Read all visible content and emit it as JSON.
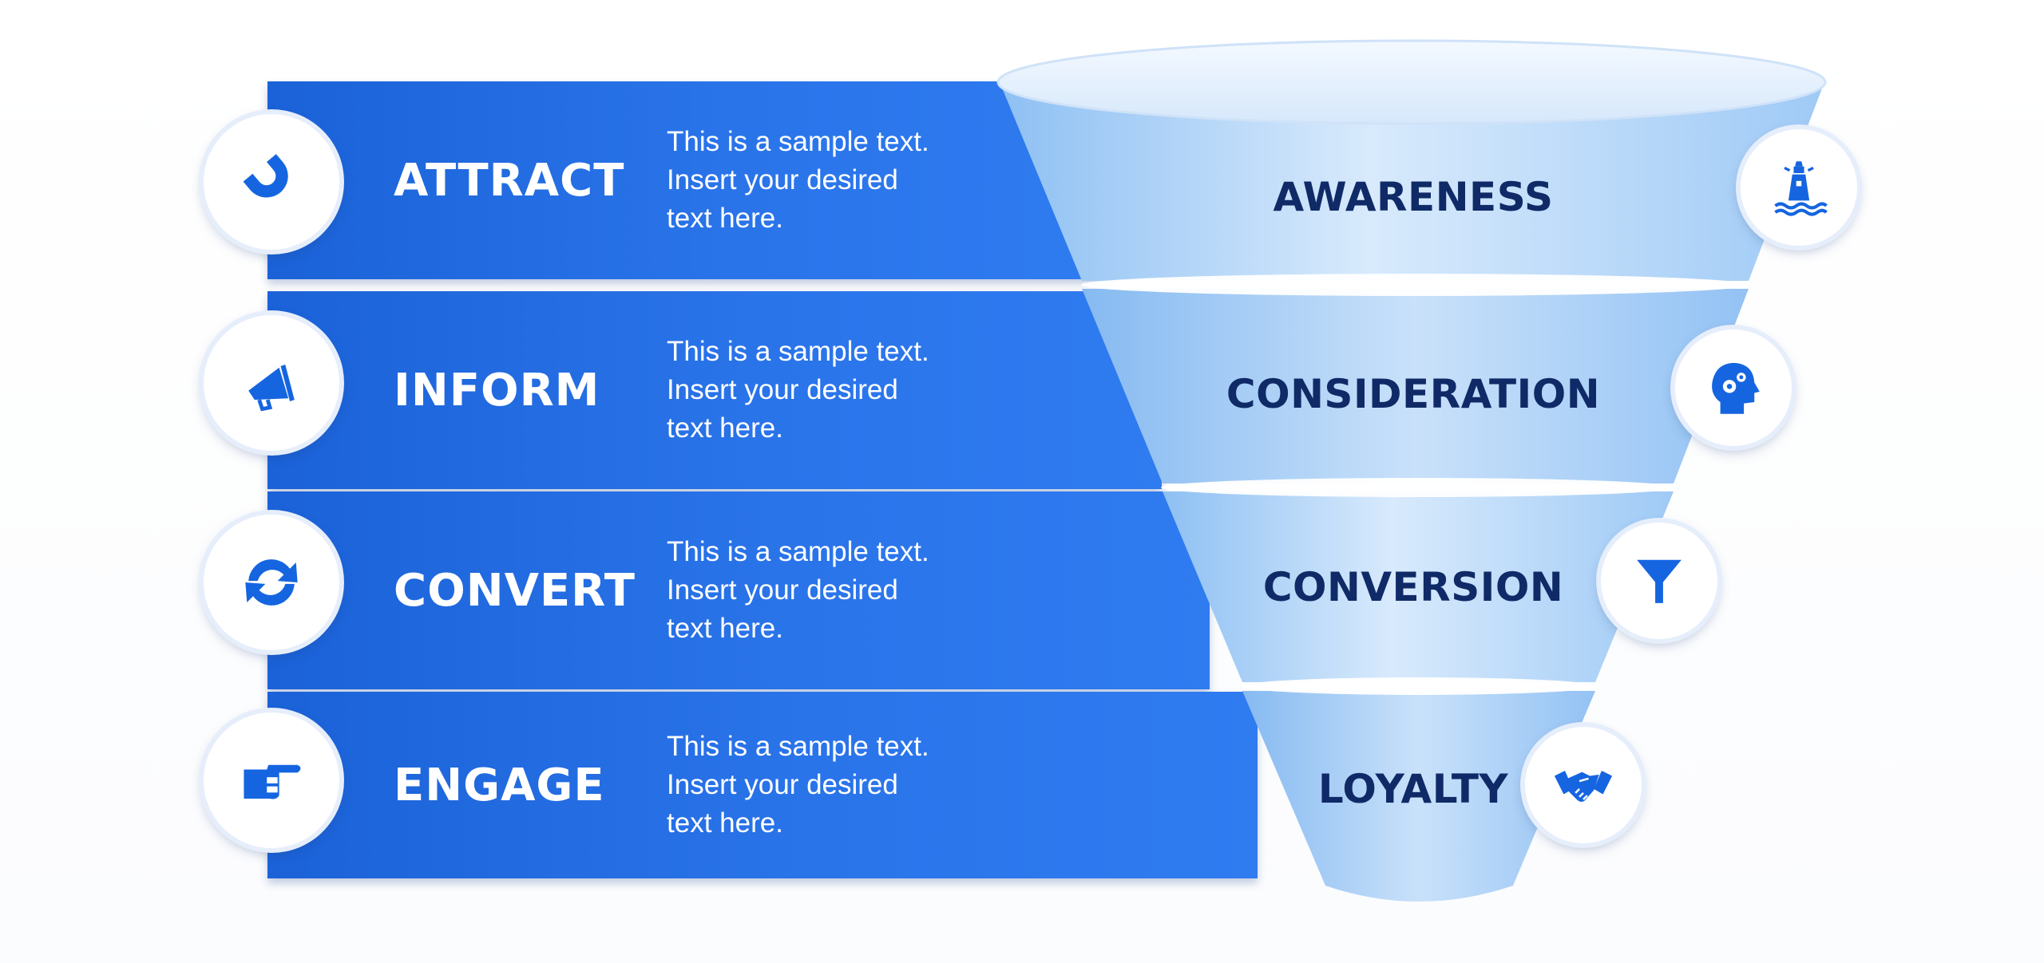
{
  "left_items": [
    {
      "title": "ATTRACT",
      "text": "This is a sample text.\nInsert your desired\ntext here.",
      "icon": "magnet-icon"
    },
    {
      "title": "INFORM",
      "text": "This is a sample text.\nInsert your desired\ntext here.",
      "icon": "megaphone-icon"
    },
    {
      "title": "CONVERT",
      "text": "This is a sample text.\nInsert your desired\ntext here.",
      "icon": "refresh-icon"
    },
    {
      "title": "ENGAGE",
      "text": "This is a sample text.\nInsert your desired\ntext here.",
      "icon": "pointing-hand-icon"
    }
  ],
  "funnel_stages": [
    {
      "label": "AWARENESS",
      "icon": "lighthouse-icon"
    },
    {
      "label": "CONSIDERATION",
      "icon": "head-gears-icon"
    },
    {
      "label": "CONVERSION",
      "icon": "funnel-icon"
    },
    {
      "label": "LOYALTY",
      "icon": "handshake-icon"
    }
  ],
  "colors": {
    "band_blue": "#2a74ea",
    "funnel_light": "#cfe4fb",
    "funnel_mid": "#9cc7f5",
    "label_navy": "#0f2a66",
    "icon_blue": "#1565e0"
  }
}
